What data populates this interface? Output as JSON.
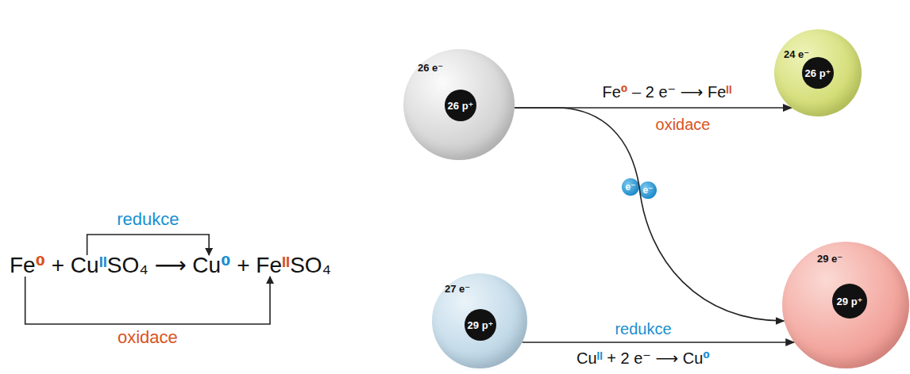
{
  "diagram": {
    "nodes": [
      {
        "text": [
          "26 e⁻"
        ]
      },
      {
        "text": [
          "26 p⁺"
        ],
        "in": 0
      },
      {
        "text": [
          "24 e⁻"
        ]
      },
      {
        "text": [
          "26 p⁺"
        ],
        "in": 2
      },
      {
        "text": [
          "27 e⁻"
        ]
      },
      {
        "text": [
          "29 p⁺"
        ],
        "in": 4
      },
      {
        "text": [
          "29 e⁻"
        ]
      },
      {
        "text": [
          "29 p⁺"
        ],
        "in": 6
      }
    ],
    "edges": [
      {
        "from": 0,
        "to": 2,
        "arrow": "to",
        "label": "Fe⁰ – 2 e⁻ ⟶ Feᴵᴵ"
      },
      {
        "from": 4,
        "to": 6,
        "arrow": "to",
        "label": "Cuᴵᴵ + 2 e⁻ ⟶ Cu⁰"
      },
      {
        "from": 0,
        "to": 6,
        "arrow": "to"
      }
    ],
    "labels": [
      "oxidace",
      "redukce",
      "e⁻",
      "e⁻",
      "Fe⁰ + CuᴵᴵSO₄ ⟶ Cu⁰ + FeᴵᴵSO₄",
      "redukce",
      "oxidace"
    ]
  }
}
